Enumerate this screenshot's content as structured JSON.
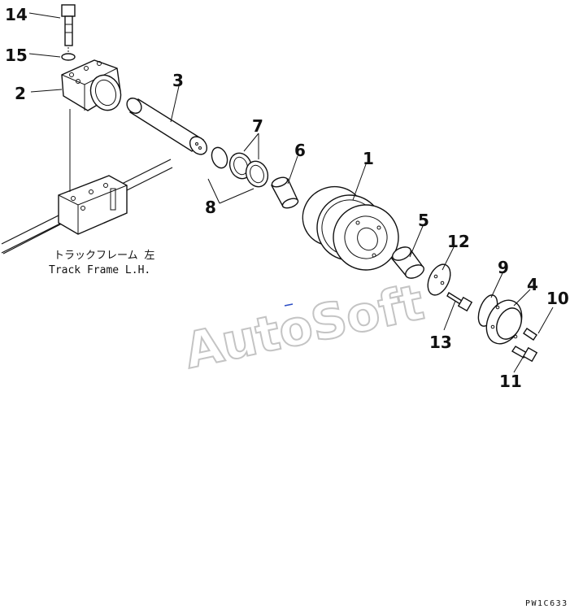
{
  "labels": {
    "p1": "1",
    "p2": "2",
    "p3": "3",
    "p4": "4",
    "p5": "5",
    "p6": "6",
    "p7": "7",
    "p8": "8",
    "p9": "9",
    "p10": "10",
    "p11": "11",
    "p12": "12",
    "p13": "13",
    "p14": "14",
    "p15": "15"
  },
  "frame_label_jp": "トラックフレーム 左",
  "frame_label_en": "Track Frame L.H.",
  "watermark": "AutoSoft",
  "drawing_code": "PW1C633"
}
